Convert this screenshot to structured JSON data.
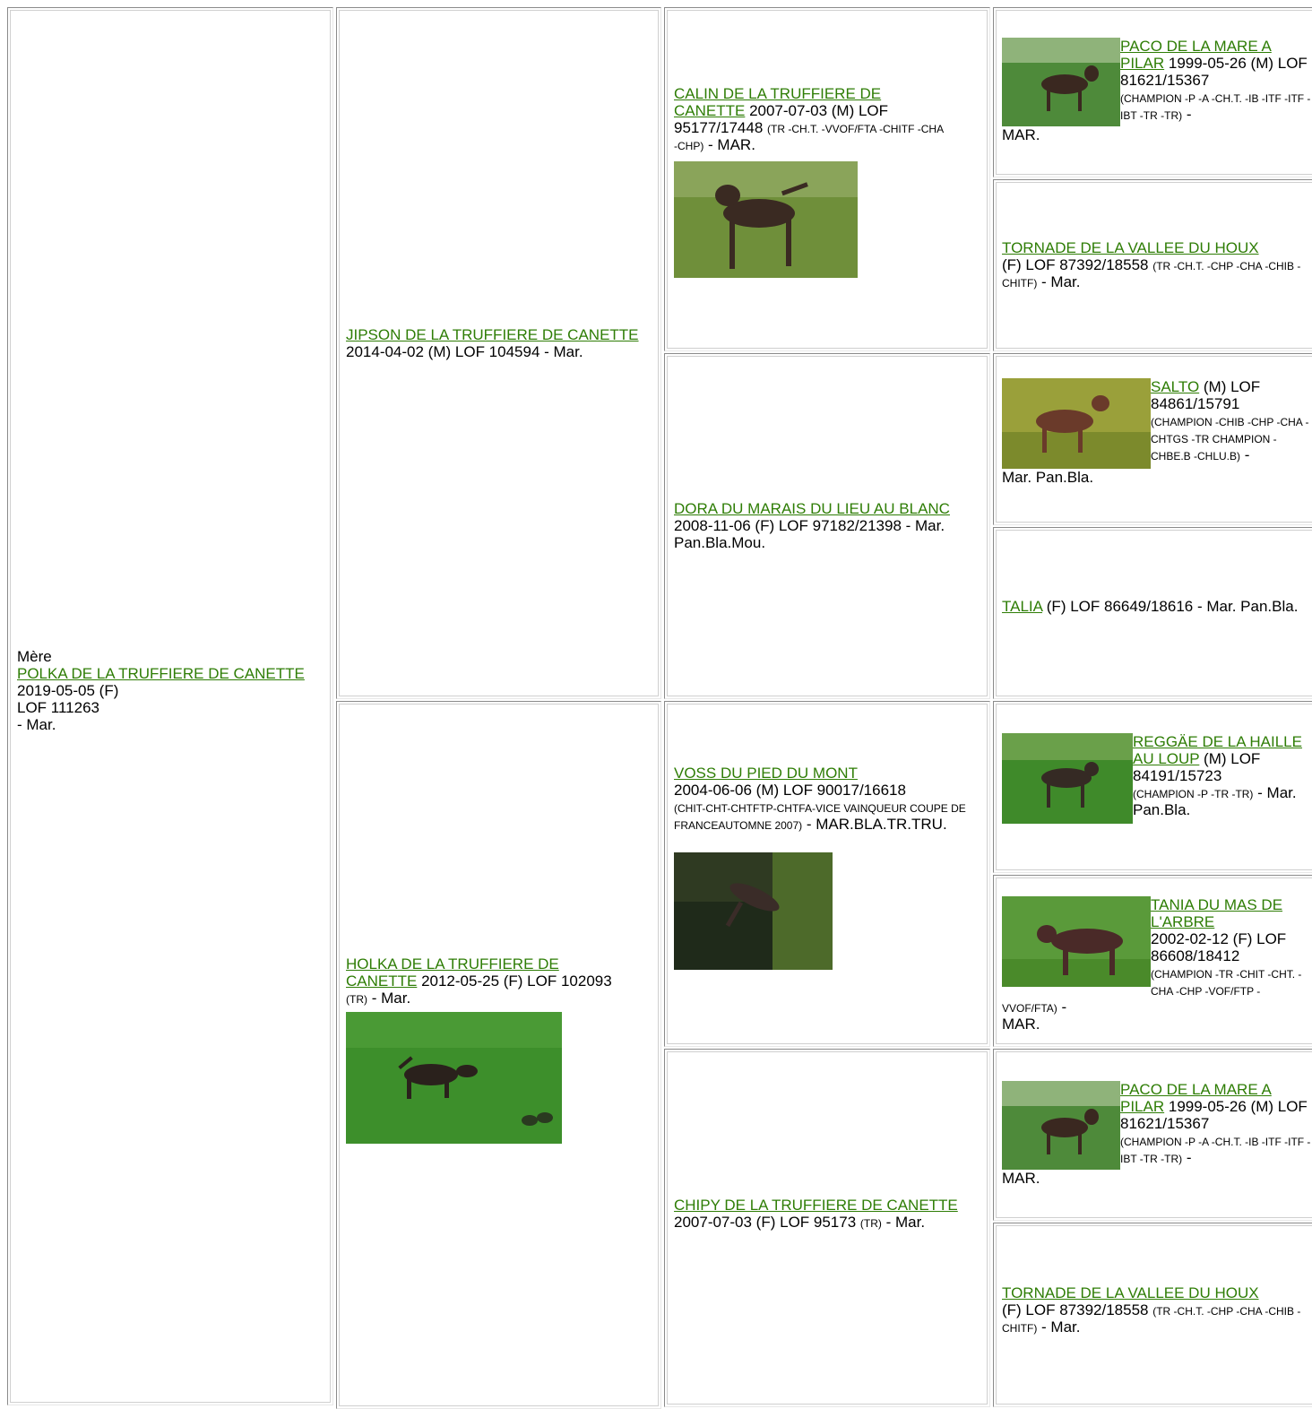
{
  "g1": {
    "label": "Mère",
    "name": "POLKA DE LA TRUFFIERE DE CANETTE",
    "born": "2019-05-05 (F)",
    "reg": "LOF 111263",
    "tail": "- Mar."
  },
  "g2": {
    "jipson": {
      "name": "JIPSON DE LA TRUFFIERE DE CANETTE",
      "info": " 2014-04-02 (M) LOF 104594 - Mar."
    },
    "holka": {
      "name": "HOLKA DE LA TRUFFIERE DE CANETTE",
      "info": " 2012-05-25 (F) LOF 102093 ",
      "titles": "(TR)",
      "tail": " - Mar."
    }
  },
  "g3": {
    "calin": {
      "name": "CALIN DE LA TRUFFIERE DE CANETTE",
      "info": " 2007-07-03 (M) LOF 95177/17448 ",
      "titles": "(TR -CH.T. -VVOF/FTA -CHITF -CHA -CHP)",
      "tail": " - MAR."
    },
    "dora": {
      "name": "DORA DU MARAIS DU LIEU AU BLANC",
      "info": " 2008-11-06 (F) LOF 97182/21398 - Mar. Pan.Bla.Mou."
    },
    "voss": {
      "name": "VOSS DU PIED DU MONT",
      "info": "2004-06-06 (M) LOF 90017/16618",
      "titles": "(CHIT-CHT-CHTFTP-CHTFA-VICE VAINQUEUR COUPE DE FRANCEAUTOMNE 2007)",
      "tail": " - MAR.BLA.TR.TRU."
    },
    "chipy": {
      "name": "CHIPY DE LA TRUFFIERE DE CANETTE",
      "info": " 2007-07-03 (F) LOF 95173 ",
      "titles": "(TR)",
      "tail": " - Mar."
    }
  },
  "g4": {
    "paco1": {
      "name": "PACO DE LA MARE A PILAR",
      "info": " 1999-05-26 (M) LOF 81621/15367",
      "titles": "(CHAMPION -P -A -CH.T. -IB -ITF -ITF -IBT -TR -TR)",
      "tail": " -",
      "after": "MAR."
    },
    "tornade1": {
      "name": "TORNADE DE LA VALLEE DU HOUX",
      "info": "(F) LOF 87392/18558 ",
      "titles": "(TR -CH.T. -CHP -CHA -CHIB -CHITF)",
      "tail": " - Mar."
    },
    "salto": {
      "name": "SALTO",
      "info": " (M) LOF 84861/15791",
      "titles": "(CHAMPION -CHIB -CHP -CHA -CHTGS -TR CHAMPION -CHBE.B -CHLU.B)",
      "tail": " -",
      "after": "Mar. Pan.Bla."
    },
    "talia": {
      "name": "TALIA",
      "info": " (F) LOF 86649/18616 - Mar. Pan.Bla."
    },
    "reggae": {
      "name": "REGGÄE DE LA HAILLE AU LOUP",
      "info": " (M) LOF 84191/15723",
      "titles": "(CHAMPION -P -TR -TR)",
      "tail": " - Mar. Pan.Bla."
    },
    "tania": {
      "name": "TANIA DU MAS DE L'ARBRE",
      "info": "2002-02-12 (F) LOF 86608/18412",
      "titles": "(CHAMPION -TR -CHIT -CHT. -CHA -CHP -VOF/FTP -VVOF/FTA)",
      "tail": " -",
      "after": "MAR."
    },
    "paco2": {
      "name": "PACO DE LA MARE A PILAR",
      "info": " 1999-05-26 (M) LOF 81621/15367",
      "titles": "(CHAMPION -P -A -CH.T. -IB -ITF -ITF -IBT -TR -TR)",
      "tail": " -",
      "after": "MAR."
    },
    "tornade2": {
      "name": "TORNADE DE LA VALLEE DU HOUX",
      "info": "(F) LOF 87392/18558 ",
      "titles": "(TR -CH.T. -CHP -CHA -CHIB -CHITF)",
      "tail": " - Mar."
    }
  },
  "colors": {
    "link": "#2e7d05",
    "grass": "#3f8a2c",
    "dog": "#3b2a22"
  }
}
